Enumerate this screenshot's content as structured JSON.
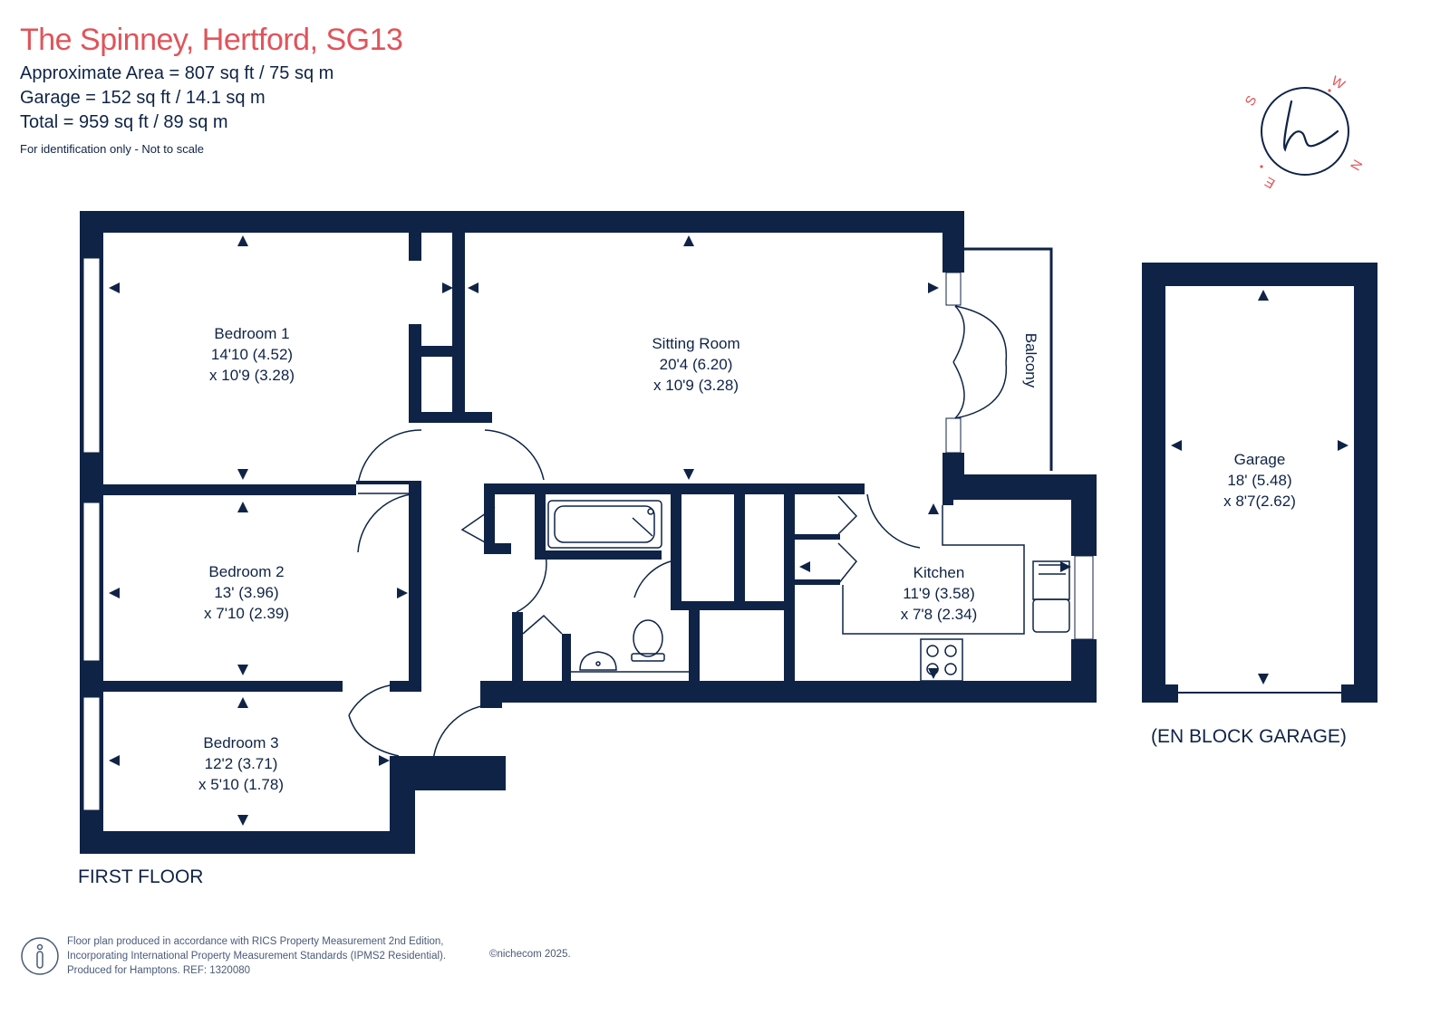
{
  "header": {
    "title": "The Spinney, Hertford, SG13",
    "approx_area": "Approximate Area = 807 sq ft / 75 sq m",
    "garage_area": "Garage = 152 sq ft / 14.1 sq m",
    "total_area": "Total = 959 sq ft / 89 sq m",
    "disclaimer": "For identification only - Not to scale"
  },
  "compass": {
    "letters": [
      "S",
      "W",
      "N",
      "E"
    ],
    "logo_letter": "h"
  },
  "rooms": {
    "bedroom1": {
      "name": "Bedroom 1",
      "dim1": "14'10 (4.52)",
      "dim2": "x 10'9 (3.28)"
    },
    "sitting": {
      "name": "Sitting Room",
      "dim1": "20'4 (6.20)",
      "dim2": "x 10'9 (3.28)"
    },
    "bedroom2": {
      "name": "Bedroom 2",
      "dim1": "13' (3.96)",
      "dim2": "x 7'10 (2.39)"
    },
    "kitchen": {
      "name": "Kitchen",
      "dim1": "11'9 (3.58)",
      "dim2": "x 7'8 (2.34)"
    },
    "bedroom3": {
      "name": "Bedroom 3",
      "dim1": "12'2 (3.71)",
      "dim2": "x 5'10 (1.78)"
    },
    "garage": {
      "name": "Garage",
      "dim1": "18' (5.48)",
      "dim2": "x 8'7(2.62)"
    },
    "balcony": {
      "name": "Balcony"
    }
  },
  "labels": {
    "first_floor": "FIRST FLOOR",
    "en_block_garage": "(EN BLOCK GARAGE)"
  },
  "footer": {
    "line1": "Floor plan produced in accordance with RICS Property Measurement 2nd Edition,",
    "line2": "Incorporating International Property Measurement Standards (IPMS2 Residential).",
    "line3": "Produced for Hamptons.   REF:  1320080",
    "copyright": "©nichecom 2025."
  },
  "colors": {
    "wall": "#0f2346",
    "title": "#e0545a",
    "background": "#ffffff"
  }
}
